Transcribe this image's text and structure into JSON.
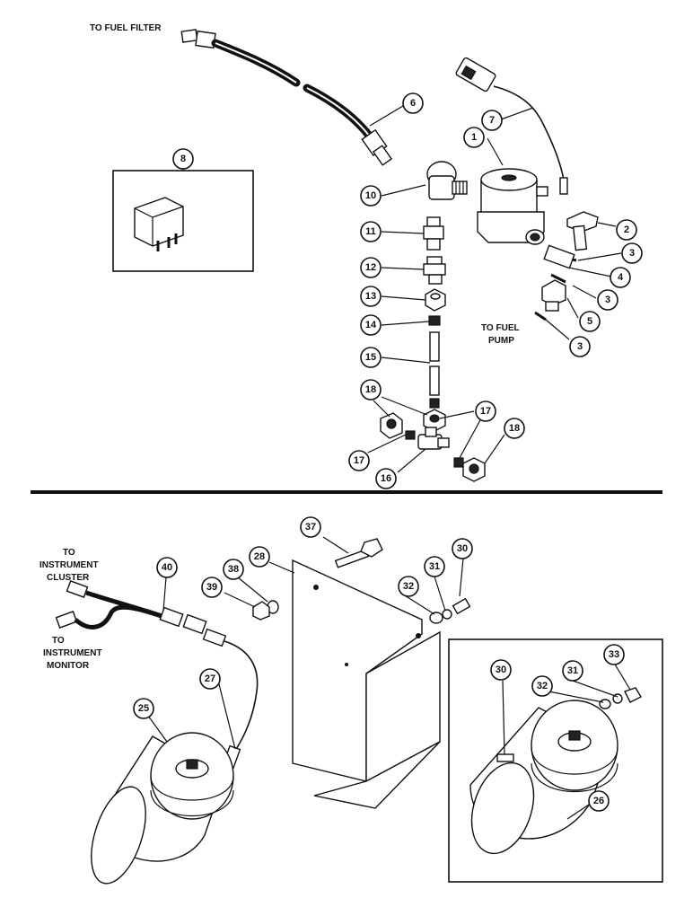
{
  "labels": {
    "to_fuel_filter": "TO FUEL FILTER",
    "to_fuel_pump_1": "TO FUEL",
    "to_fuel_pump_2": "PUMP",
    "to_instrument_cluster_1": "TO",
    "to_instrument_cluster_2": "INSTRUMENT",
    "to_instrument_cluster_3": "CLUSTER",
    "to_instrument_monitor_1": "TO",
    "to_instrument_monitor_2": "INSTRUMENT",
    "to_instrument_monitor_3": "MONITOR"
  },
  "callouts": {
    "c1": "1",
    "c2": "2",
    "c3a": "3",
    "c3b": "3",
    "c3c": "3",
    "c4": "4",
    "c5": "5",
    "c6": "6",
    "c7": "7",
    "c8": "8",
    "c10": "10",
    "c11": "11",
    "c12": "12",
    "c13": "13",
    "c14": "14",
    "c15": "15",
    "c16": "16",
    "c17a": "17",
    "c17b": "17",
    "c18a": "18",
    "c18b": "18",
    "c25": "25",
    "c26": "26",
    "c27": "27",
    "c28": "28",
    "c30a": "30",
    "c30b": "30",
    "c31a": "31",
    "c31b": "31",
    "c32a": "32",
    "c32b": "32",
    "c33": "33",
    "c37": "37",
    "c38": "38",
    "c39": "39",
    "c40": "40"
  }
}
